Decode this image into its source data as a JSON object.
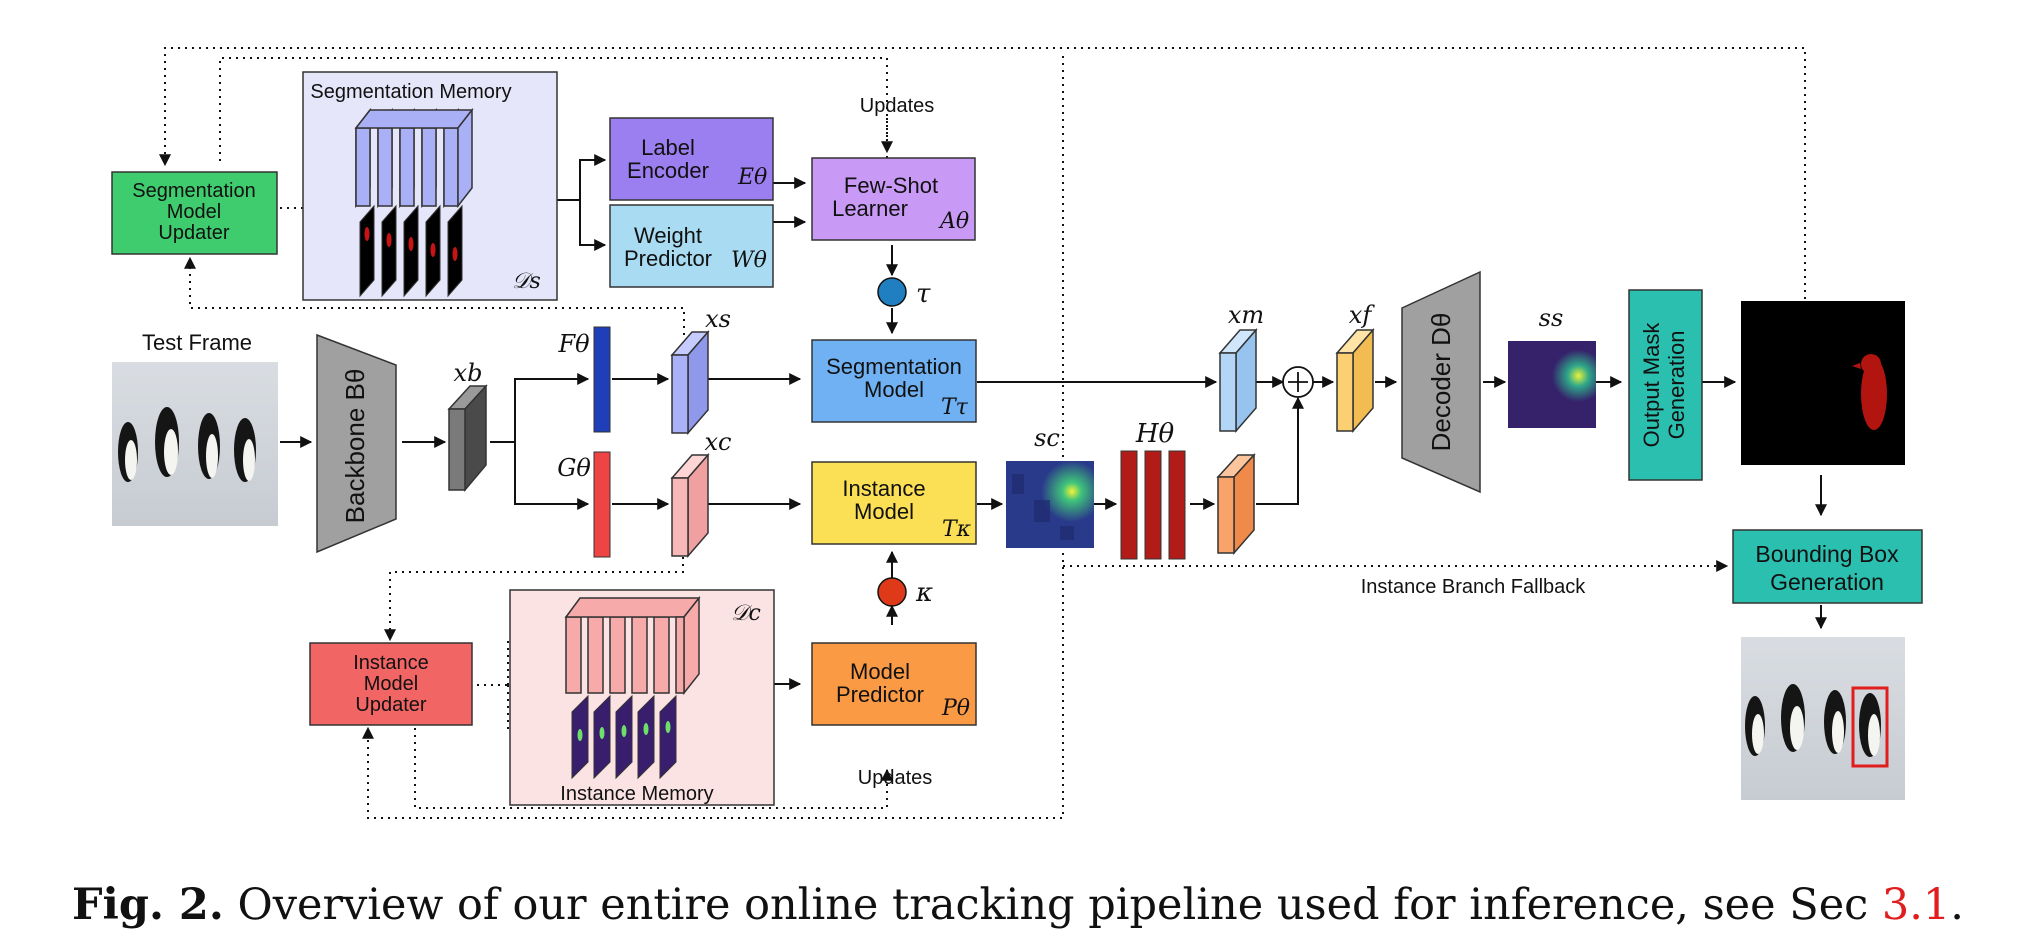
{
  "diagram": {
    "segmentation_memory_title": "Segmentation Memory",
    "segmentation_memory_symbol": "𝒟s",
    "instance_memory_title": "Instance Memory",
    "instance_memory_symbol": "𝒟c",
    "seg_updater_lines": [
      "Segmentation",
      "Model",
      "Updater"
    ],
    "inst_updater_lines": [
      "Instance",
      "Model",
      "Updater"
    ],
    "label_encoder_lines": [
      "Label",
      "Encoder"
    ],
    "label_encoder_symbol": "Eθ",
    "weight_predictor_lines": [
      "Weight",
      "Predictor"
    ],
    "weight_predictor_symbol": "Wθ",
    "few_shot_lines": [
      "Few-Shot",
      "Learner"
    ],
    "few_shot_symbol": "Aθ",
    "updates_top": "Updates",
    "updates_bottom": "Updates",
    "tau": "τ",
    "kappa": "κ",
    "test_frame": "Test Frame",
    "backbone_label": "Backbone Bθ",
    "xb": "xb",
    "f_theta": "Fθ",
    "g_theta": "Gθ",
    "xs": "xs",
    "xc": "xc",
    "seg_model_lines": [
      "Segmentation",
      "Model"
    ],
    "seg_model_symbol": "Tτ",
    "inst_model_lines": [
      "Instance",
      "Model"
    ],
    "inst_model_symbol": "Tκ",
    "model_predictor_lines": [
      "Model",
      "Predictor"
    ],
    "model_predictor_symbol": "Pθ",
    "sc": "sc",
    "h_theta": "Hθ",
    "xm": "xm",
    "xf": "xf",
    "decoder_label": "Decoder Dθ",
    "ss": "ss",
    "output_mask_lines": [
      "Output Mask",
      "Generation"
    ],
    "bbox_lines": [
      "Bounding Box",
      "Generation"
    ],
    "fallback": "Instance Branch Fallback"
  },
  "caption": {
    "label": "Fig. 2.",
    "text": "Overview of our entire online tracking pipeline used for inference, see Sec ",
    "ref": "3.1",
    "end": "."
  },
  "colors": {
    "seg_memory_bg": "#e6e6fb",
    "inst_memory_bg": "#fbe3e3",
    "seg_updater": "#3fcc6f",
    "inst_updater": "#f26565",
    "label_encoder": "#9b7ff0",
    "weight_predictor": "#a9dcf3",
    "few_shot": "#c99af5",
    "seg_model": "#6fb1f2",
    "inst_model": "#fbdf55",
    "model_predictor": "#fa9a45",
    "tau": "#1f7fc0",
    "kappa": "#de3a1a",
    "f_block": "#1f3fb8",
    "g_block": "#ef4444",
    "h_block": "#b21c18",
    "backbone": "#a0a0a0",
    "output_mask": "#2bbfb0",
    "bbox": "#2bbfb0",
    "ref": "#e01e1e"
  }
}
